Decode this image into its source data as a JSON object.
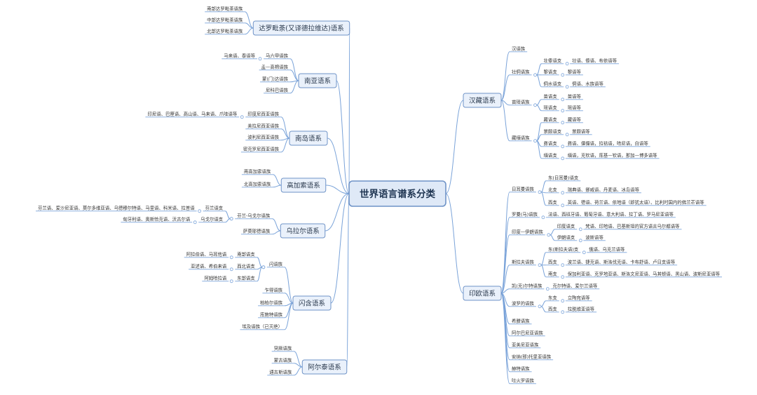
{
  "root": "世界语言谱系分类",
  "colors": {
    "line": "#7aa3d9",
    "box_fill": "#eaf1fb",
    "box_stroke": "#6f93c7",
    "root_fill": "#dfe9f7"
  },
  "left": [
    {
      "label": "达罗毗荼(又译德拉维达)语系",
      "children": [
        {
          "label": "南部达罗毗荼语族"
        },
        {
          "label": "中部达罗毗荼语族"
        },
        {
          "label": "北部达罗毗荼语族"
        }
      ]
    },
    {
      "label": "南亚语系",
      "children": [
        {
          "label": "马六甲语族",
          "note": "马来语、泰语等"
        },
        {
          "label": "孟—高棉语族"
        },
        {
          "label": "蒙(门)达语族"
        },
        {
          "label": "尼科巴语族"
        }
      ]
    },
    {
      "label": "南岛语系",
      "children": [
        {
          "label": "印度尼西亚语族",
          "note": "印尼语、巴厘语、高山语、马来语、爪哇语等"
        },
        {
          "label": "美拉尼西亚语族"
        },
        {
          "label": "波利尼西亚语族"
        },
        {
          "label": "密克罗尼西亚语族"
        }
      ]
    },
    {
      "label": "高加索语系",
      "children": [
        {
          "label": "南高加索语族"
        },
        {
          "label": "北高加索语族"
        }
      ]
    },
    {
      "label": "乌拉尔语系",
      "children": [
        {
          "label": "芬兰-乌戈尔语族",
          "children": [
            {
              "label": "芬兰语支",
              "note": "芬兰语、爱沙尼亚语、莫尔多维亚语、乌德穆尔特语、马里语、科米语、拉普语"
            },
            {
              "label": "乌戈尔语支",
              "note": "匈牙利语、奥斯恰克语、沃古尔语"
            }
          ]
        },
        {
          "label": "萨莫耶德语族"
        }
      ]
    },
    {
      "label": "闪含语系",
      "children": [
        {
          "label": "闪语族",
          "children": [
            {
              "label": "南部语支",
              "note": "阿拉伯语、马耳他语"
            },
            {
              "label": "西北语支",
              "note": "亚述语、希伯来语"
            },
            {
              "label": "东部语支",
              "note": "阿姆哈拉语"
            }
          ]
        },
        {
          "label": "乍得语族"
        },
        {
          "label": "柏柏尔语族"
        },
        {
          "label": "库施特语族"
        },
        {
          "label": "埃及语族（已灭绝）"
        }
      ]
    },
    {
      "label": "阿尔泰语系",
      "children": [
        {
          "label": "突厥语族"
        },
        {
          "label": "蒙古语族"
        },
        {
          "label": "通古斯语族"
        }
      ]
    }
  ],
  "right": [
    {
      "label": "汉藏语系",
      "children": [
        {
          "label": "汉语族"
        },
        {
          "label": "壮侗语族",
          "children": [
            {
              "label": "壮傣语支",
              "note": "壮语、傣语、布依语等"
            },
            {
              "label": "黎语支",
              "note": "黎语等"
            },
            {
              "label": "侗水语支",
              "note": "侗语、水族语等"
            }
          ]
        },
        {
          "label": "苗瑶语族",
          "children": [
            {
              "label": "苗语支",
              "note": "苗语等"
            },
            {
              "label": "瑶语支",
              "note": "瑶语等"
            }
          ]
        },
        {
          "label": "藏缅语族",
          "children": [
            {
              "label": "藏语支",
              "note": "藏语等"
            },
            {
              "label": "景颇语支",
              "note": "景颇语等"
            },
            {
              "label": "彝语支",
              "note": "彝语、傈僳语，拉祜语，哈尼语，白语等"
            },
            {
              "label": "缅语支",
              "note": "缅语，克钦语，库基—钦语，那加—博多语等"
            }
          ]
        }
      ]
    },
    {
      "label": "印欧语系",
      "children": [
        {
          "label": "日耳曼语族",
          "children": [
            {
              "label": "东(日耳曼)语支"
            },
            {
              "label": "北支",
              "note": "瑞典语、挪威语、丹麦语、冰岛语等"
            },
            {
              "label": "西支",
              "note": "英语、德语、荷兰语、依地语（即犹太语）、比利时国内的佛兰芒语等"
            }
          ]
        },
        {
          "label": "罗曼(马)语族",
          "note": "法语、西班牙语、葡萄牙语、意大利语、拉丁语、罗马尼亚语等"
        },
        {
          "label": "印度—伊朗语族",
          "children": [
            {
              "label": "印度语支",
              "note": "梵语、印地语、巴基斯坦的官方语言乌尔都语等"
            },
            {
              "label": "伊朗语支",
              "note": "波斯语等"
            }
          ]
        },
        {
          "label": "斯拉夫语族",
          "children": [
            {
              "label": "东(斯拉夫语)支",
              "note": "俄语、乌克兰语等"
            },
            {
              "label": "西支",
              "note": "波兰语、捷克语、斯洛伐克语、卡布舒语、卢日支语等"
            },
            {
              "label": "南支",
              "note": "保加利亚语、克罗地亚语、斯洛文尼亚语、马其顿语、黑山语、波斯尼亚语等"
            }
          ]
        },
        {
          "label": "凯(克)尔特语族",
          "note": "克尔特语、爱尔兰语等"
        },
        {
          "label": "波罗的语族",
          "children": [
            {
              "label": "东支",
              "note": "立陶宛语等"
            },
            {
              "label": "西支",
              "note": "拉脱维亚语等"
            }
          ]
        },
        {
          "label": "希腊语族"
        },
        {
          "label": "阿尔巴尼亚语族"
        },
        {
          "label": "亚美尼亚语族"
        },
        {
          "label": "安纳(那)托里亚语族"
        },
        {
          "label": "赫特语族"
        },
        {
          "label": "吐火罗语族"
        }
      ]
    }
  ]
}
